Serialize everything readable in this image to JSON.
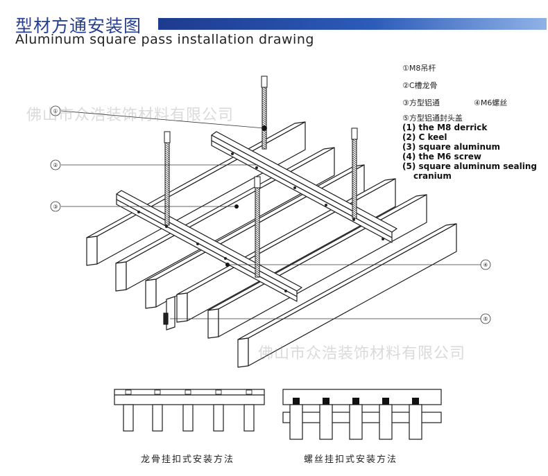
{
  "header": {
    "title_cn": "型材方通安装图",
    "title_en": "Aluminum square pass installation drawing",
    "bar_color": "#1d3b8f"
  },
  "legend": {
    "cn": [
      "①M8吊杆",
      "②C槽龙骨",
      "③方型铝通",
      "④M6螺丝",
      "⑤方型铝通封头盖"
    ],
    "en": [
      "(1) the M8 derrick",
      "(2) C keel",
      "(3) square aluminum",
      "(4) the M6 screw",
      "(5) square aluminum sealing",
      "cranium"
    ]
  },
  "callouts": [
    "①",
    "②",
    "③",
    "④",
    "⑤"
  ],
  "watermark": "佛山市众浩装饰材料有限公司",
  "captions": {
    "left": "龙骨挂扣式安装方法",
    "right": "螺丝挂扣式安装方法"
  }
}
